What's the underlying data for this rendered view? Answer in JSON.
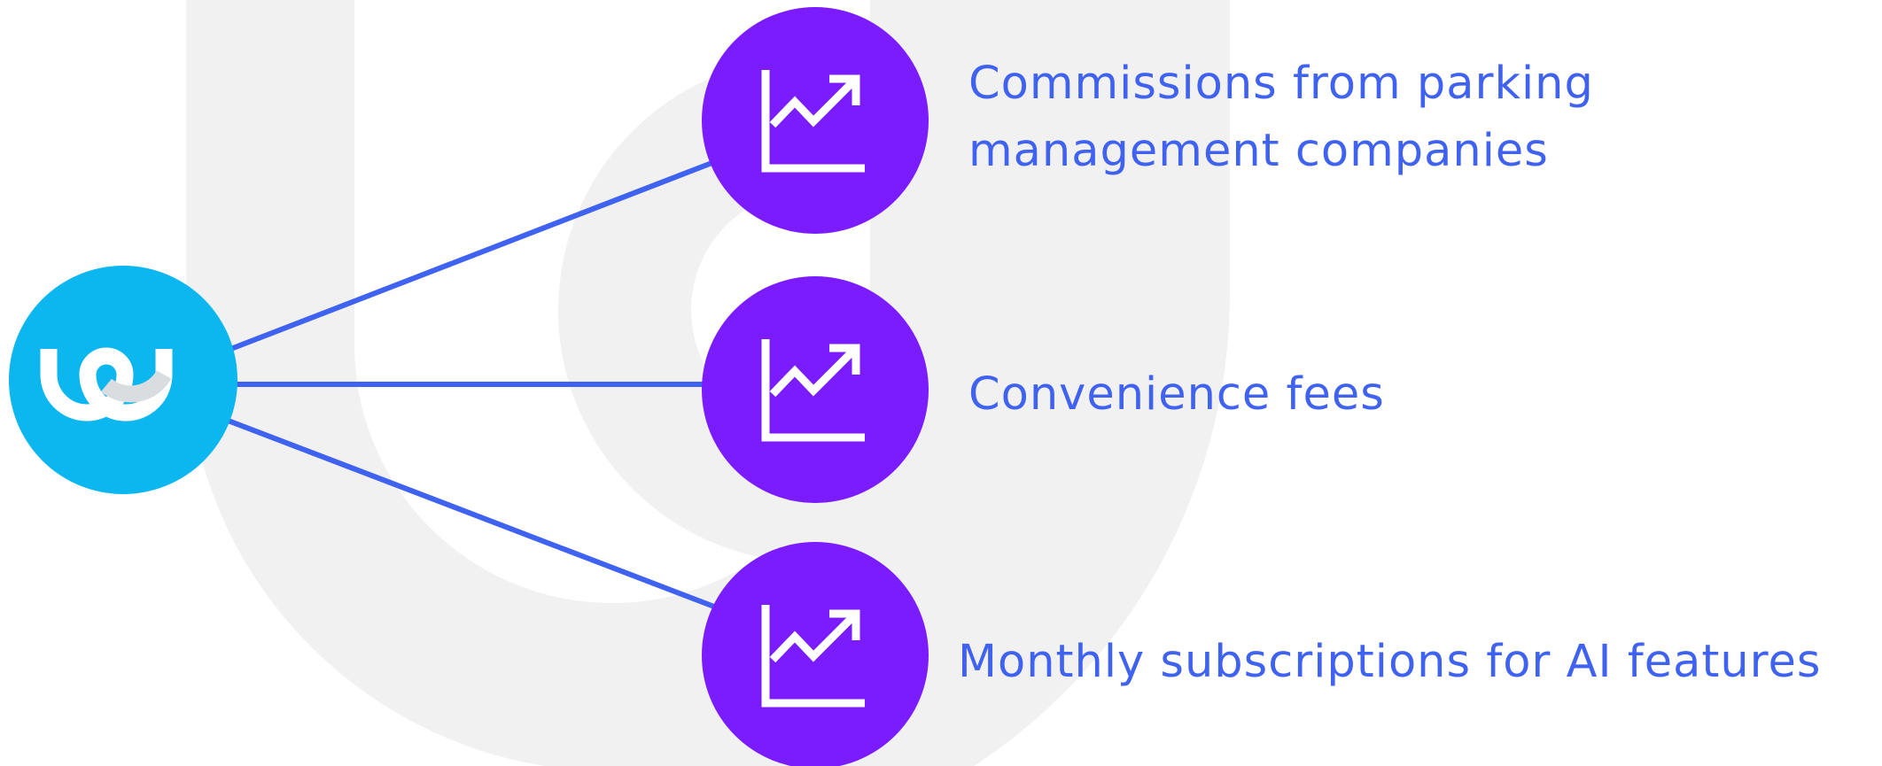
{
  "colors": {
    "connector": "#3f62f0",
    "hub_fill": "#0cb6ee",
    "node_fill": "#7a1cff",
    "label_text": "#3f62f0",
    "watermark": "#f1f1f1"
  },
  "hub": {
    "icon": "wu-logo-icon"
  },
  "branches": [
    {
      "label": "Commissions from parking management companies",
      "icon": "trending-up-chart-icon"
    },
    {
      "label": "Convenience fees",
      "icon": "trending-up-chart-icon"
    },
    {
      "label": "Monthly subscriptions for AI features",
      "icon": "trending-up-chart-icon"
    }
  ]
}
